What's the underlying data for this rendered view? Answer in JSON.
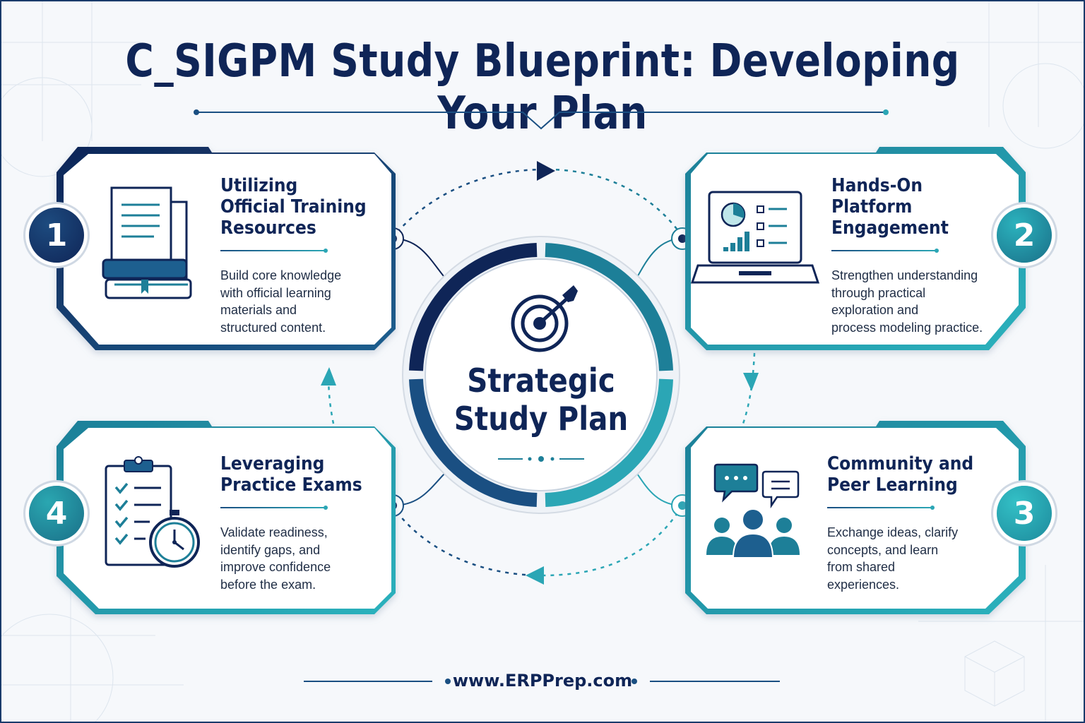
{
  "title": "C_SIGPM Study Blueprint: Developing Your Plan",
  "center": {
    "title": "Strategic\nStudy Plan",
    "icon": "target-icon"
  },
  "steps": [
    {
      "number": "1",
      "title": "Utilizing\nOfficial Training\nResources",
      "description": "Build core knowledge\nwith official learning\nmaterials and\nstructured content.",
      "icon": "books-document-icon"
    },
    {
      "number": "2",
      "title": "Hands-On\nPlatform\nEngagement",
      "description": "Strengthen understanding\nthrough practical\nexploration and\nprocess modeling practice.",
      "icon": "laptop-dashboard-icon"
    },
    {
      "number": "3",
      "title": "Community and\nPeer Learning",
      "description": "Exchange ideas, clarify\nconcepts, and learn\nfrom shared\nexperiences.",
      "icon": "people-chat-icon"
    },
    {
      "number": "4",
      "title": "Leveraging\nPractice Exams",
      "description": "Validate readiness,\nidentify gaps, and\nimprove confidence\nbefore the exam.",
      "icon": "clipboard-stopwatch-icon"
    }
  ],
  "footer": "www.ERPPrep.com",
  "colors": {
    "navy": "#0f2557",
    "blue": "#1a4f82",
    "teal": "#2ba6b5",
    "text": "#1f2d45"
  }
}
